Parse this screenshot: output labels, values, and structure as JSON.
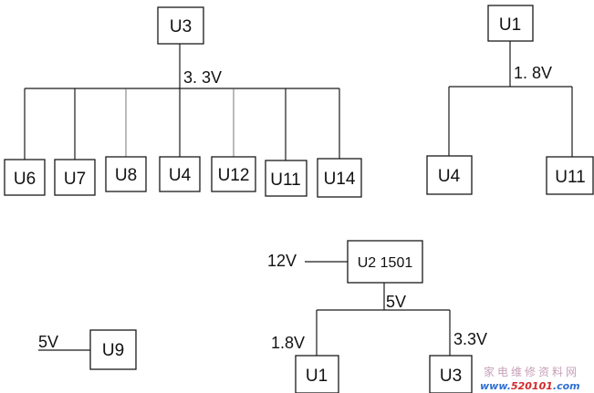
{
  "nodes": {
    "u3_top": "U3",
    "u6": "U6",
    "u7": "U7",
    "u8": "U8",
    "u4_left": "U4",
    "u12": "U12",
    "u11_left": "U11",
    "u14": "U14",
    "u1_top": "U1",
    "u4_right": "U4",
    "u11_right": "U11",
    "u9": "U9",
    "u2": "U2 1501",
    "u1_bottom": "U1",
    "u3_bottom": "U3"
  },
  "voltages": {
    "rail_3v3": "3. 3V",
    "rail_1v8": "1. 8V",
    "input_12v": "12V",
    "input_5v_u9": "5V",
    "output_5v_u2": "5V",
    "u1_bottom_1v8": "1.8V",
    "u3_bottom_3v3": "3.3V"
  },
  "watermark": {
    "chinese": "家电维修资料网",
    "url_a": "www.",
    "url_b": "520101",
    "url_c": ".com"
  },
  "colors": {
    "line": "#1a1a1a",
    "watermark_cn": "#c7a0b8",
    "watermark_blue": "#2f6fd0",
    "watermark_red": "#d22a2a"
  }
}
